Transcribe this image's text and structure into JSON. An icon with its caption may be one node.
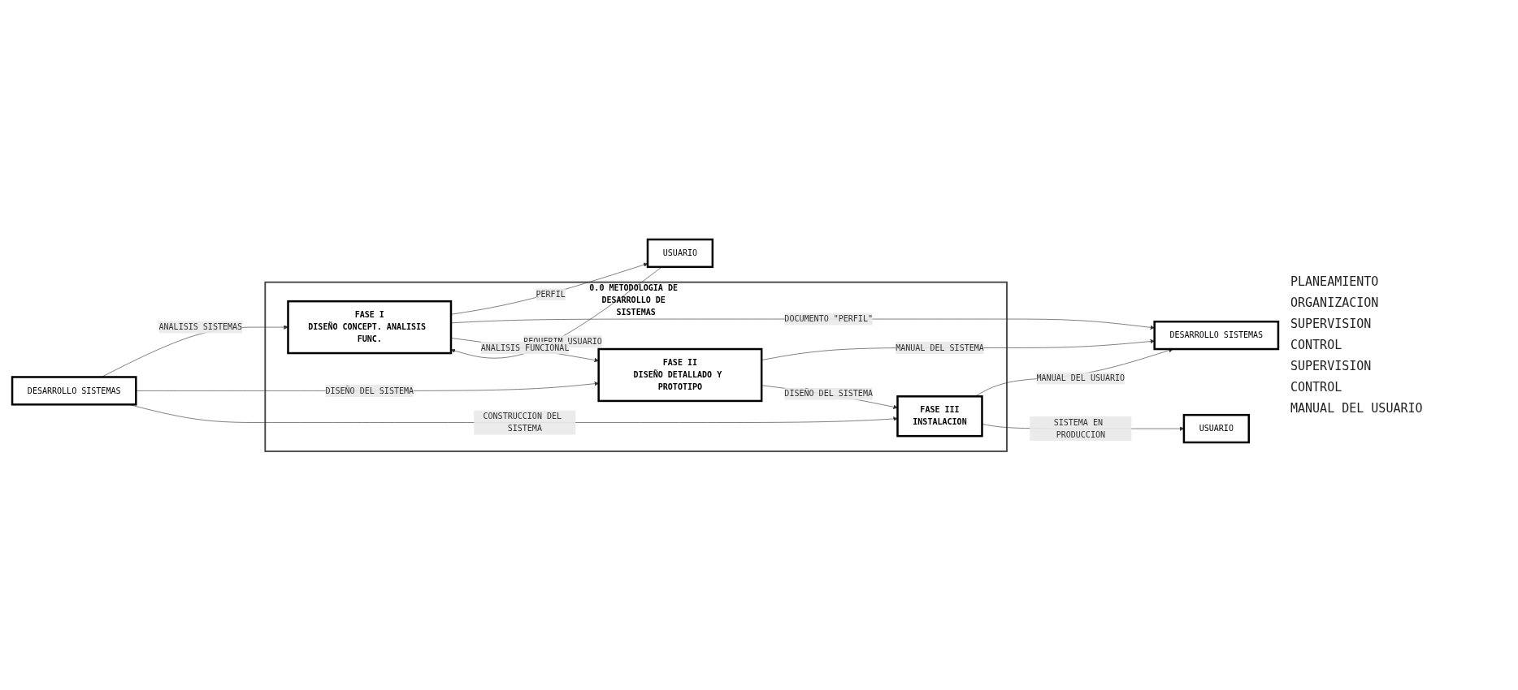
{
  "diagram": {
    "nodes": [
      {
        "text": [
          "0.0 METODOLOGIA DE DESARROLLO DE SISTEMAS"
        ]
      },
      {
        "text": [
          "USUARIO"
        ]
      },
      {
        "text": [
          "FASE I",
          "DISEÑO CONCEPT. ANALISIS FUNC."
        ],
        "in": 0
      },
      {
        "text": [
          "DESARROLLO SISTEMAS"
        ]
      },
      {
        "text": [
          "FASE II",
          "DISEÑO DETALLADO Y PROTOTIPO"
        ],
        "in": 0
      },
      {
        "text": [
          "DESARROLLO SISTEMAS"
        ]
      },
      {
        "text": [
          "FASE III",
          "INSTALACION"
        ],
        "in": 0
      },
      {
        "text": [
          "USUARIO"
        ]
      }
    ],
    "edges": [
      {
        "from": 1,
        "to": 2,
        "arrow": "to",
        "label": "REQUERIM USUARIO"
      },
      {
        "from": 2,
        "to": 1,
        "arrow": "to",
        "label": "PERFIL"
      },
      {
        "from": 2,
        "to": 5,
        "arrow": "to",
        "label": "DOCUMENTO \"PERFIL\""
      },
      {
        "from": 3,
        "to": 2,
        "arrow": "to",
        "label": "ANALISIS SISTEMAS"
      },
      {
        "from": 2,
        "to": 4,
        "arrow": "to",
        "label": "ANALISIS FUNCIONAL"
      },
      {
        "from": 3,
        "to": 4,
        "arrow": "to",
        "label": "DISEÑO DEL SISTEMA"
      },
      {
        "from": 4,
        "to": 5,
        "arrow": "to",
        "label": "MANUAL DEL SISTEMA"
      },
      {
        "from": 4,
        "to": 6,
        "arrow": "to",
        "label": "DISEÑO DEL SISTEMA"
      },
      {
        "from": 3,
        "to": 6,
        "arrow": "to",
        "label": "CONSTRUCCION DEL SISTEMA"
      },
      {
        "from": 6,
        "to": 5,
        "arrow": "to",
        "label": "MANUAL DEL USUARIO"
      },
      {
        "from": 6,
        "to": 7,
        "arrow": "to",
        "label": "SISTEMA EN PRODUCCION"
      }
    ],
    "labels": [
      "PLANEAMIENTO",
      "ORGANIZACION",
      "SUPERVISION",
      "CONTROL",
      "SUPERVISION",
      "CONTROL",
      "MANUAL DEL USUARIO"
    ]
  }
}
